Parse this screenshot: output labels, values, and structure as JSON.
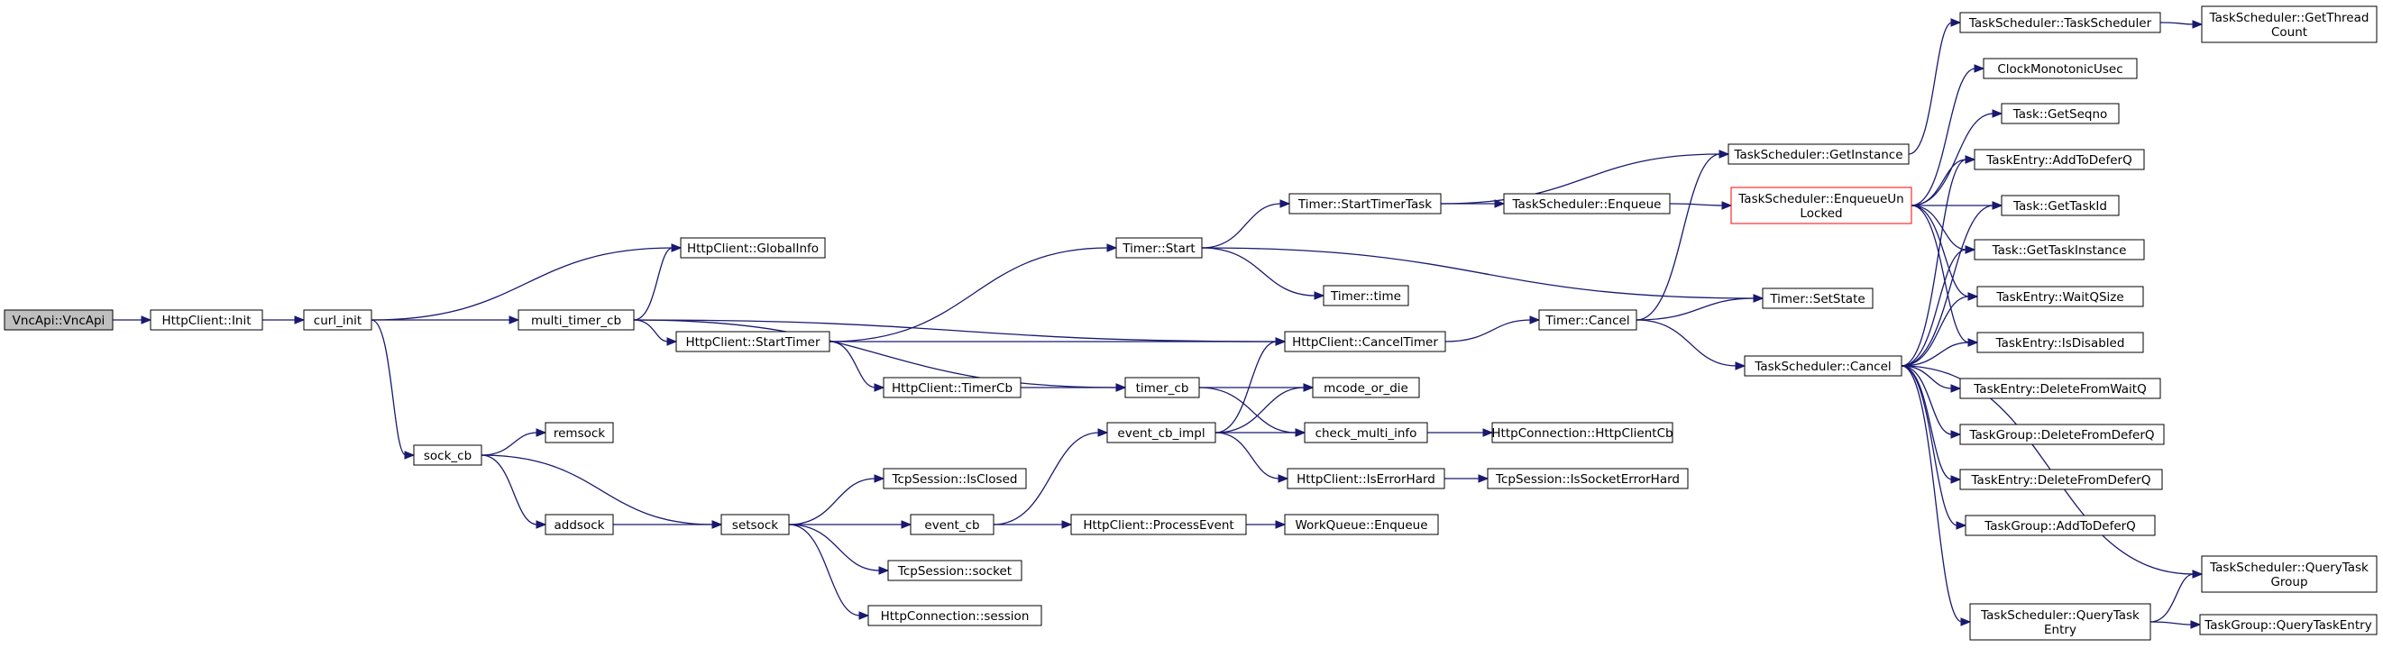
{
  "nodes": [
    {
      "id": "vncapi",
      "lines": [
        "VncApi::VncApi"
      ],
      "style": "root"
    },
    {
      "id": "httpclient_init",
      "lines": [
        "HttpClient::Init"
      ]
    },
    {
      "id": "curl_init",
      "lines": [
        "curl_init"
      ]
    },
    {
      "id": "globalinfo",
      "lines": [
        "HttpClient::GlobalInfo"
      ]
    },
    {
      "id": "multi_timer_cb",
      "lines": [
        "multi_timer_cb"
      ]
    },
    {
      "id": "sock_cb",
      "lines": [
        "sock_cb"
      ]
    },
    {
      "id": "remsock",
      "lines": [
        "remsock"
      ]
    },
    {
      "id": "addsock",
      "lines": [
        "addsock"
      ]
    },
    {
      "id": "setsock",
      "lines": [
        "setsock"
      ]
    },
    {
      "id": "starttimer",
      "lines": [
        "HttpClient::StartTimer"
      ]
    },
    {
      "id": "timer_start",
      "lines": [
        "Timer::Start"
      ]
    },
    {
      "id": "httpclient_timercb",
      "lines": [
        "HttpClient::TimerCb"
      ]
    },
    {
      "id": "timer_cb",
      "lines": [
        "timer_cb"
      ]
    },
    {
      "id": "event_cb_impl",
      "lines": [
        "event_cb_impl"
      ]
    },
    {
      "id": "isclosed",
      "lines": [
        "TcpSession::IsClosed"
      ]
    },
    {
      "id": "event_cb",
      "lines": [
        "event_cb"
      ]
    },
    {
      "id": "tcp_socket",
      "lines": [
        "TcpSession::socket"
      ]
    },
    {
      "id": "conn_session",
      "lines": [
        "HttpConnection::session"
      ]
    },
    {
      "id": "processevent",
      "lines": [
        "HttpClient::ProcessEvent"
      ]
    },
    {
      "id": "wq_enqueue",
      "lines": [
        "WorkQueue::Enqueue"
      ]
    },
    {
      "id": "starttimertask",
      "lines": [
        "Timer::StartTimerTask"
      ]
    },
    {
      "id": "timer_time",
      "lines": [
        "Timer::time"
      ]
    },
    {
      "id": "canceltimer",
      "lines": [
        "HttpClient::CancelTimer"
      ]
    },
    {
      "id": "mcode_or_die",
      "lines": [
        "mcode_or_die"
      ]
    },
    {
      "id": "check_multi_info",
      "lines": [
        "check_multi_info"
      ]
    },
    {
      "id": "iserrorhard",
      "lines": [
        "HttpClient::IsErrorHard"
      ]
    },
    {
      "id": "ts_enqueue",
      "lines": [
        "TaskScheduler::Enqueue"
      ]
    },
    {
      "id": "timer_cancel",
      "lines": [
        "Timer::Cancel"
      ]
    },
    {
      "id": "httpclientcb",
      "lines": [
        "HttpConnection::HttpClientCb"
      ]
    },
    {
      "id": "issocketerrorhard",
      "lines": [
        "TcpSession::IsSocketErrorHard"
      ]
    },
    {
      "id": "getinstance",
      "lines": [
        "TaskScheduler::GetInstance"
      ]
    },
    {
      "id": "enqueueunlocked",
      "lines": [
        "TaskScheduler::EnqueueUn",
        "Locked"
      ],
      "style": "highlight"
    },
    {
      "id": "timer_setstate",
      "lines": [
        "Timer::SetState"
      ]
    },
    {
      "id": "ts_cancel",
      "lines": [
        "TaskScheduler::Cancel"
      ]
    },
    {
      "id": "ts_ctor",
      "lines": [
        "TaskScheduler::TaskScheduler"
      ]
    },
    {
      "id": "clockmono",
      "lines": [
        "ClockMonotonicUsec"
      ]
    },
    {
      "id": "getseqno",
      "lines": [
        "Task::GetSeqno"
      ]
    },
    {
      "id": "addtodeferq",
      "lines": [
        "TaskEntry::AddToDeferQ"
      ]
    },
    {
      "id": "gettaskid",
      "lines": [
        "Task::GetTaskId"
      ]
    },
    {
      "id": "gettaskinstance",
      "lines": [
        "Task::GetTaskInstance"
      ]
    },
    {
      "id": "waitqsize",
      "lines": [
        "TaskEntry::WaitQSize"
      ]
    },
    {
      "id": "isdisabled",
      "lines": [
        "TaskEntry::IsDisabled"
      ]
    },
    {
      "id": "deletefromwaitq",
      "lines": [
        "TaskEntry::DeleteFromWaitQ"
      ]
    },
    {
      "id": "tg_deletefromdeferq",
      "lines": [
        "TaskGroup::DeleteFromDeferQ"
      ]
    },
    {
      "id": "te_deletefromdeferq",
      "lines": [
        "TaskEntry::DeleteFromDeferQ"
      ]
    },
    {
      "id": "tg_addtodeferq",
      "lines": [
        "TaskGroup::AddToDeferQ"
      ]
    },
    {
      "id": "querytaskentry",
      "lines": [
        "TaskScheduler::QueryTask",
        "Entry"
      ]
    },
    {
      "id": "getthreadcount",
      "lines": [
        "TaskScheduler::GetThread",
        "Count"
      ]
    },
    {
      "id": "querytaskgroup",
      "lines": [
        "TaskScheduler::QueryTask",
        "Group"
      ]
    },
    {
      "id": "tg_querytaskentry",
      "lines": [
        "TaskGroup::QueryTaskEntry"
      ]
    }
  ],
  "edges": [
    [
      "vncapi",
      "httpclient_init"
    ],
    [
      "httpclient_init",
      "curl_init"
    ],
    [
      "curl_init",
      "globalinfo"
    ],
    [
      "curl_init",
      "multi_timer_cb"
    ],
    [
      "curl_init",
      "sock_cb"
    ],
    [
      "multi_timer_cb",
      "globalinfo"
    ],
    [
      "multi_timer_cb",
      "starttimer"
    ],
    [
      "multi_timer_cb",
      "canceltimer"
    ],
    [
      "multi_timer_cb",
      "timer_cb"
    ],
    [
      "sock_cb",
      "remsock"
    ],
    [
      "sock_cb",
      "addsock"
    ],
    [
      "sock_cb",
      "setsock"
    ],
    [
      "addsock",
      "setsock"
    ],
    [
      "setsock",
      "isclosed"
    ],
    [
      "setsock",
      "event_cb"
    ],
    [
      "setsock",
      "tcp_socket"
    ],
    [
      "setsock",
      "conn_session"
    ],
    [
      "starttimer",
      "timer_start"
    ],
    [
      "starttimer",
      "httpclient_timercb"
    ],
    [
      "starttimer",
      "canceltimer"
    ],
    [
      "httpclient_timercb",
      "timer_cb"
    ],
    [
      "timer_cb",
      "mcode_or_die"
    ],
    [
      "timer_cb",
      "check_multi_info"
    ],
    [
      "event_cb",
      "event_cb_impl"
    ],
    [
      "event_cb",
      "processevent"
    ],
    [
      "processevent",
      "wq_enqueue"
    ],
    [
      "event_cb_impl",
      "canceltimer"
    ],
    [
      "event_cb_impl",
      "mcode_or_die"
    ],
    [
      "event_cb_impl",
      "check_multi_info"
    ],
    [
      "event_cb_impl",
      "iserrorhard"
    ],
    [
      "timer_start",
      "starttimertask"
    ],
    [
      "timer_start",
      "timer_time"
    ],
    [
      "timer_start",
      "timer_setstate"
    ],
    [
      "starttimertask",
      "getinstance"
    ],
    [
      "starttimertask",
      "ts_enqueue"
    ],
    [
      "ts_enqueue",
      "enqueueunlocked"
    ],
    [
      "canceltimer",
      "timer_cancel"
    ],
    [
      "timer_cancel",
      "getinstance"
    ],
    [
      "timer_cancel",
      "timer_setstate"
    ],
    [
      "timer_cancel",
      "ts_cancel"
    ],
    [
      "check_multi_info",
      "httpclientcb"
    ],
    [
      "iserrorhard",
      "issocketerrorhard"
    ],
    [
      "getinstance",
      "ts_ctor"
    ],
    [
      "ts_ctor",
      "getthreadcount"
    ],
    [
      "enqueueunlocked",
      "clockmono"
    ],
    [
      "enqueueunlocked",
      "getseqno"
    ],
    [
      "enqueueunlocked",
      "addtodeferq"
    ],
    [
      "enqueueunlocked",
      "gettaskid"
    ],
    [
      "enqueueunlocked",
      "gettaskinstance"
    ],
    [
      "enqueueunlocked",
      "waitqsize"
    ],
    [
      "enqueueunlocked",
      "isdisabled"
    ],
    [
      "ts_cancel",
      "addtodeferq"
    ],
    [
      "ts_cancel",
      "gettaskid"
    ],
    [
      "ts_cancel",
      "gettaskinstance"
    ],
    [
      "ts_cancel",
      "waitqsize"
    ],
    [
      "ts_cancel",
      "isdisabled"
    ],
    [
      "ts_cancel",
      "deletefromwaitq"
    ],
    [
      "ts_cancel",
      "tg_deletefromdeferq"
    ],
    [
      "ts_cancel",
      "te_deletefromdeferq"
    ],
    [
      "ts_cancel",
      "tg_addtodeferq"
    ],
    [
      "ts_cancel",
      "querytaskgroup"
    ],
    [
      "ts_cancel",
      "querytaskentry"
    ],
    [
      "querytaskentry",
      "querytaskgroup"
    ],
    [
      "querytaskentry",
      "tg_querytaskentry"
    ]
  ]
}
